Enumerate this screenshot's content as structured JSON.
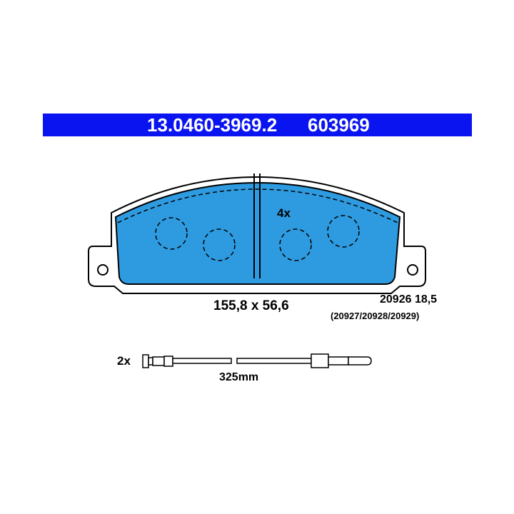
{
  "header": {
    "part_number": "13.0460-3969.2",
    "ref_number": "603969",
    "background_color": "#0a14f0",
    "text_color": "#ffffff"
  },
  "pad": {
    "quantity": "4x",
    "dimensions": "155,8 x 56,6",
    "wear_indicator_code": "20926 18,5",
    "alt_codes": "(20927/20928/20929)",
    "fill_color": "#2e9be0",
    "outline_color": "#000000"
  },
  "sensor": {
    "quantity": "2x",
    "length": "325mm"
  }
}
